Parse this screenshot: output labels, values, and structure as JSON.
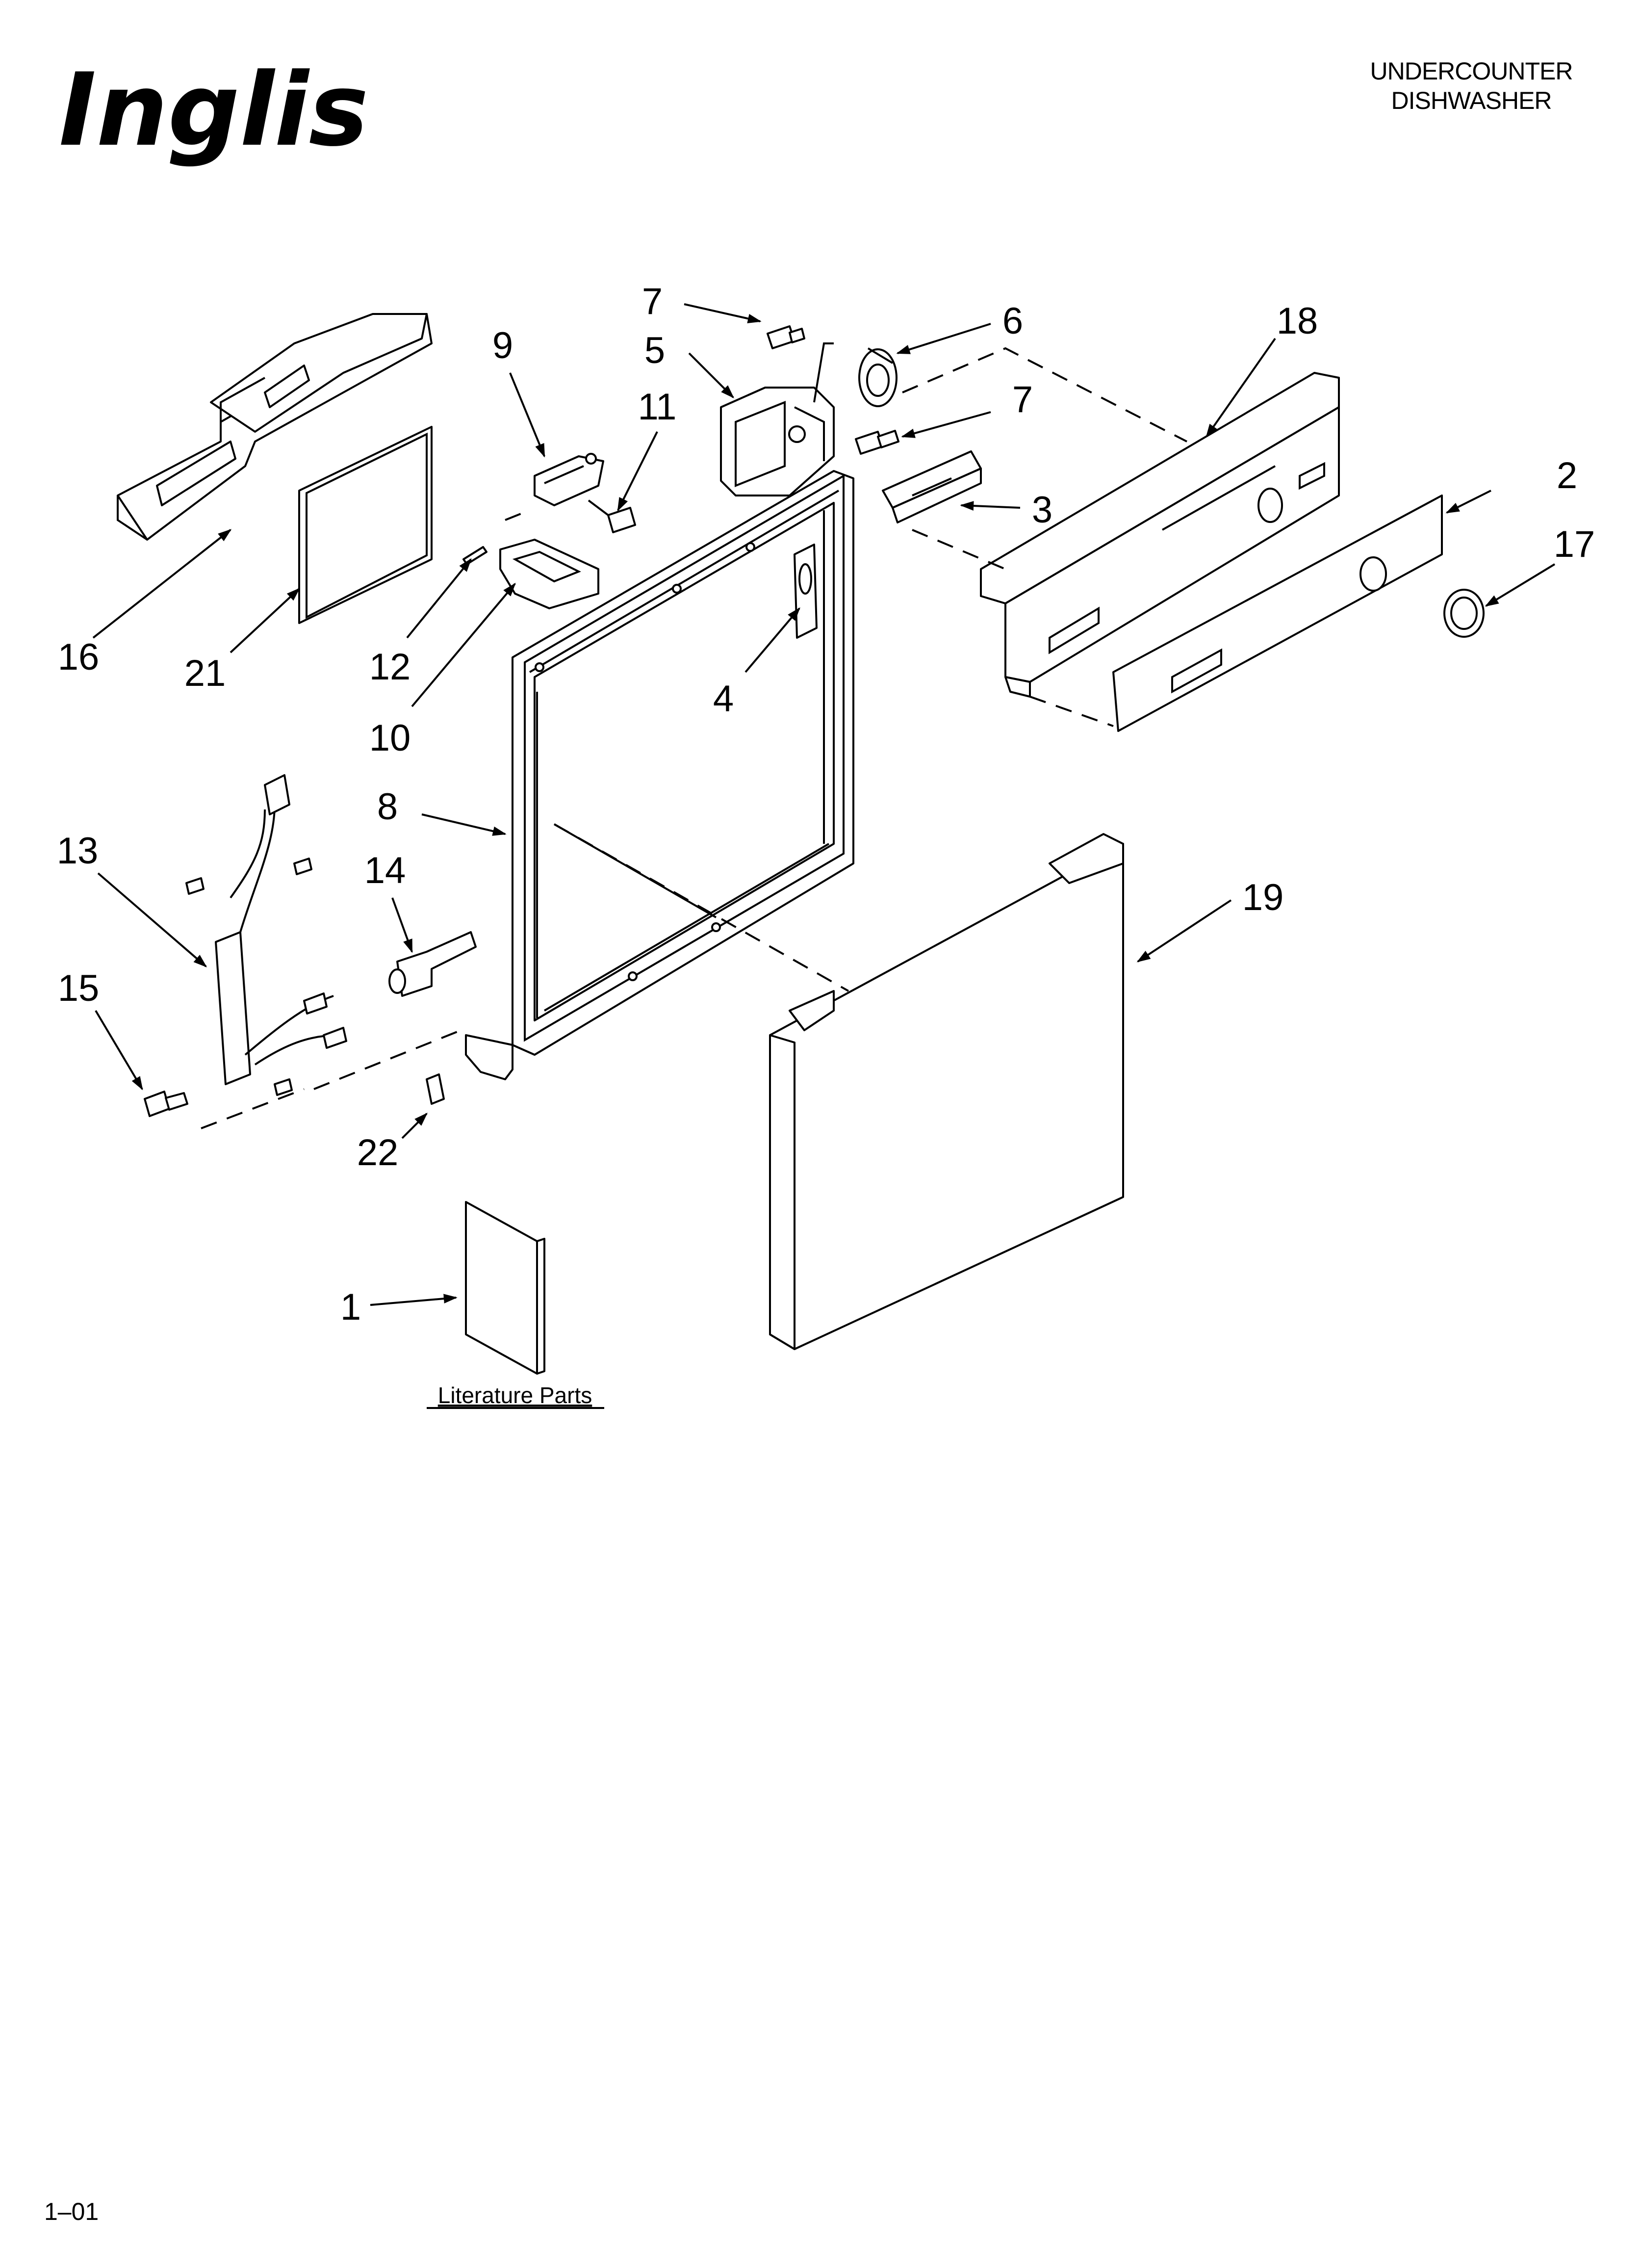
{
  "brand": {
    "logo_text": "Inglis"
  },
  "header": {
    "line1": "UNDERCOUNTER",
    "line2": "DISHWASHER"
  },
  "footer": {
    "revision": "1–01"
  },
  "literature": {
    "label": "Literature Parts"
  },
  "callouts": {
    "c1": "1",
    "c2": "2",
    "c3": "3",
    "c4": "4",
    "c5": "5",
    "c6": "6",
    "c7a": "7",
    "c7b": "7",
    "c8": "8",
    "c9": "9",
    "c10": "10",
    "c11": "11",
    "c12": "12",
    "c13": "13",
    "c14": "14",
    "c15": "15",
    "c16": "16",
    "c17": "17",
    "c18": "18",
    "c19": "19",
    "c21": "21",
    "c22": "22"
  },
  "colors": {
    "ink": "#000000",
    "paper": "#ffffff"
  }
}
